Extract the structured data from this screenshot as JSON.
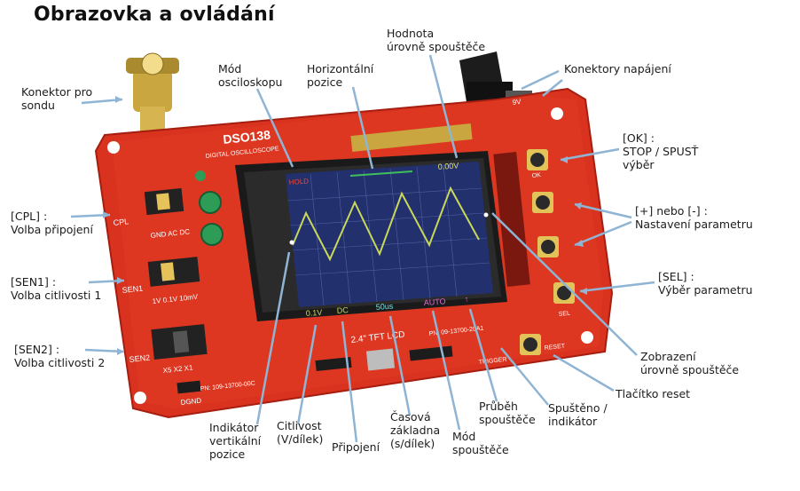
{
  "title": "Obrazovka a ovládání",
  "board_text": {
    "model": "DSO138",
    "subtitle": "DIGITAL OSCILLOSCOPE",
    "hold": "HOLD",
    "trig_value": "0.00V",
    "sens": "0.1V",
    "coupling": "DC",
    "timebase": "50us",
    "trig_mode": "AUTO",
    "slope": "↑",
    "tft": "2.4\" TFT LCD",
    "pn_right": "PN: 09-13700-20A1",
    "pn_left": "PN: 109-13700-00C",
    "cpl": "CPL",
    "cpl_opts": "GND  AC  DC",
    "sen1": "SEN1",
    "sen1_opts": "1V  0.1V  10mV",
    "sen2": "SEN2",
    "sen2_opts": "X5  X2  X1",
    "v9": "9V",
    "dgnd": "DGND",
    "reset": "RESET",
    "trigger": "TRIGGER",
    "sel": "SEL",
    "ok": "OK"
  },
  "labels": {
    "probe": "Konektor pro\nsondu",
    "mode": "Mód\nosciloskopu",
    "hpos": "Horizontální\npozice",
    "trig_level": "Hodnota\núrovně spouštěče",
    "power": "Konektory napájení",
    "ok": "[OK] :\nSTOP / SPUSŤ\nvýběr",
    "plusminus": "[+] nebo [-] :\nNastavení parametru",
    "sel": "[SEL] :\nVýběr parametru",
    "trig_disp": "Zobrazení\núrovně spouštěče",
    "reset": "Tlačítko reset",
    "running": "Spuštěno /\nindikátor",
    "trig_slope": "Průběh\nspouštěče",
    "trig_mode": "Mód\nspouštěče",
    "timebase": "Časová\nzákladna\n(s/dílek)",
    "coupling": "Připojení",
    "sensitivity": "Citlivost\n(V/dílek)",
    "vpos": "Indikátor\nvertikální\npozice",
    "cpl": "[CPL] :\nVolba připojení",
    "sen1": "[SEN1] :\nVolba citlivosti 1",
    "sen2": "[SEN2] :\nVolba citlivosti 2"
  },
  "colors": {
    "board": "#d9331f",
    "board_dark": "#b22214",
    "screen": "#23306e",
    "trace": "#c8d85a",
    "arrow": "#8fb4d4"
  }
}
